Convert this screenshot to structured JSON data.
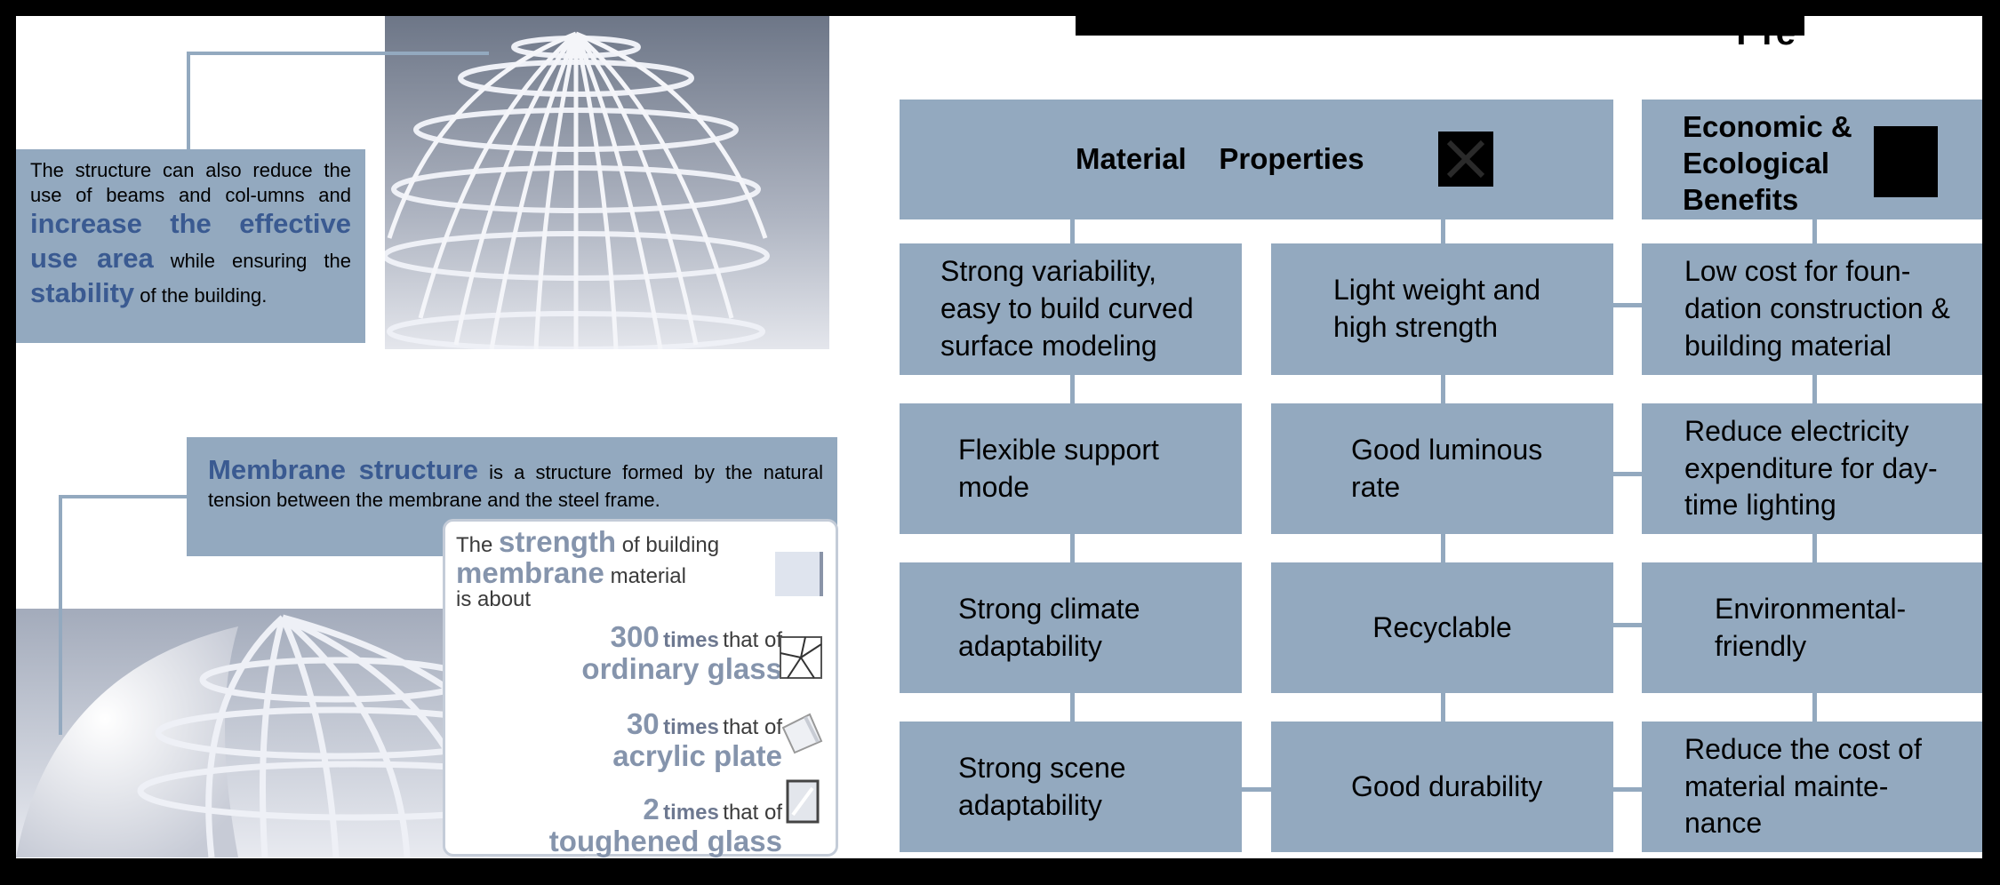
{
  "title": "T                                            re",
  "callout_top": {
    "t1": "The structure can also reduce the use of beams and col-umns and",
    "em1": "increase the effective use area",
    "t2": "while ensuring the",
    "em2": "stability",
    "t3": "of the building."
  },
  "callout_membrane": {
    "em": "Membrane structure",
    "text": "is a structure formed by the natural tension between the membrane and the steel frame."
  },
  "strength": {
    "intro_a": "The",
    "intro_b": "strength",
    "intro_c": "of building",
    "intro_d": "membrane",
    "intro_e": "material",
    "intro_f": "is about",
    "rows": [
      {
        "num": "300",
        "mid": "times",
        "that": "that of",
        "name": "ordinary glass"
      },
      {
        "num": "30",
        "mid": "times",
        "that": "that of",
        "name": "acrylic plate"
      },
      {
        "num": "2",
        "mid": "times",
        "that": "that of",
        "name": "toughened glass"
      }
    ]
  },
  "headers": {
    "material": "Material    Properties",
    "economic": "Economic & Ecological Benefits"
  },
  "col1": [
    "Strong variability, easy to build curved surface modeling",
    "Flexible support mode",
    "Strong climate adaptability",
    "Strong scene adaptability"
  ],
  "col2": [
    "Light weight and high strength",
    "Good luminous rate",
    "Recyclable",
    "Good durability"
  ],
  "col3": [
    "Low  cost for foun-dation construction & building material",
    "Reduce electricity expenditure for day-time lighting",
    "Environmental-friendly",
    "Reduce the cost of material mainte-nance"
  ],
  "colors": {
    "box": "#93a9bf",
    "accent": "#3a5a91",
    "muted": "#8594ac"
  }
}
